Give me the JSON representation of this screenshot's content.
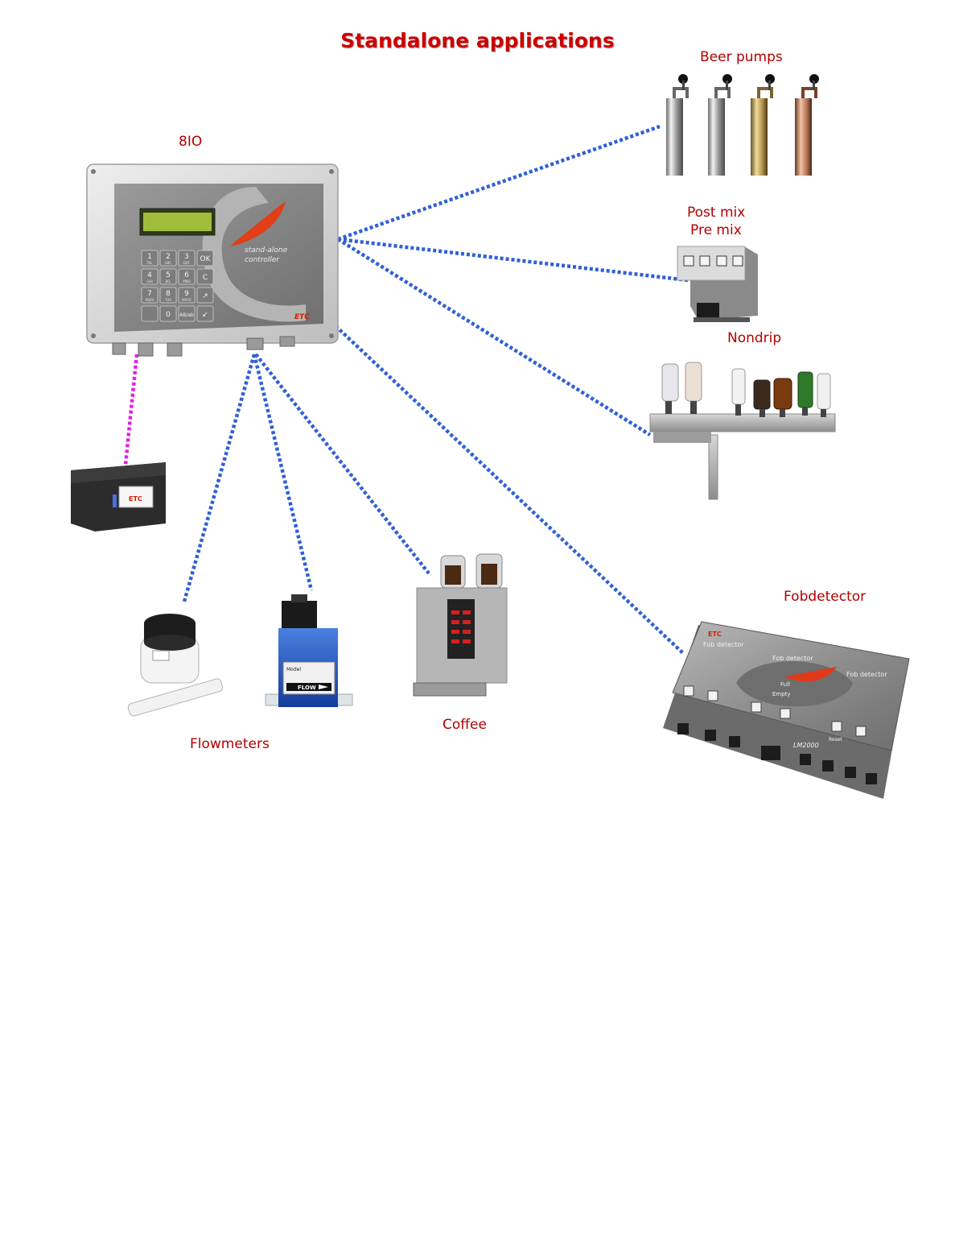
{
  "title": "Standalone applications",
  "labels": {
    "controller": "8IO",
    "beer_pumps": "Beer pumps",
    "post_mix": "Post mix",
    "pre_mix": "Pre mix",
    "nondrip": "Nondrip",
    "fobdetector": "Fobdetector",
    "coffee": "Coffee",
    "flowmeters": "Flowmeters"
  },
  "controller_panel": {
    "text_line1": "stand-alone",
    "text_line2": "controller",
    "brand": "ETC",
    "keys": [
      {
        "main": "1",
        "sub": "TAL"
      },
      {
        "main": "2",
        "sub": "ABC"
      },
      {
        "main": "3",
        "sub": "DEF"
      },
      {
        "main": "OK",
        "sub": ""
      },
      {
        "main": "4",
        "sub": "GHI"
      },
      {
        "main": "5",
        "sub": "JKL"
      },
      {
        "main": "6",
        "sub": "MNO"
      },
      {
        "main": "C",
        "sub": ""
      },
      {
        "main": "7",
        "sub": "PQRS"
      },
      {
        "main": "8",
        "sub": "TUV"
      },
      {
        "main": "9",
        "sub": "WXYZ"
      },
      {
        "main": "↗",
        "sub": ""
      },
      {
        "main": "",
        "sub": ""
      },
      {
        "main": "0",
        "sub": ""
      },
      {
        "main": "AB/ab",
        "sub": ""
      },
      {
        "main": "↙",
        "sub": ""
      }
    ]
  },
  "printer": {
    "brand": "ETC"
  },
  "flowmeter_blue": {
    "model_label": "Model",
    "flow_label": "FLOW"
  },
  "fob_panel": {
    "brand": "ETC",
    "heading_left": "Fob detector",
    "heading_center": "Fob detector",
    "heading_right": "Fob detector",
    "status_full": "Full",
    "status_empty": "Empty",
    "reset_label": "Reset",
    "model": "LM2000"
  },
  "colors": {
    "label_red": "#b30000",
    "connector_blue": "#2f5fd8",
    "connector_magenta": "#e020e0"
  }
}
